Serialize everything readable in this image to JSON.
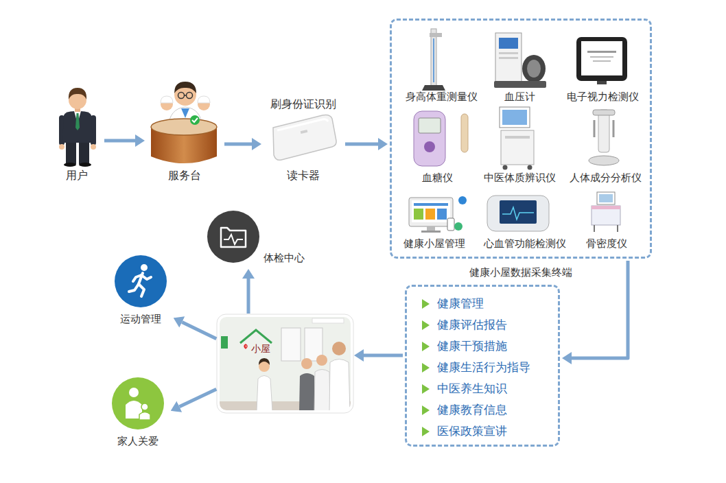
{
  "diagram": {
    "nodes": [
      {
        "text": [
          "用户"
        ]
      },
      {
        "text": [
          "服务台"
        ]
      },
      {
        "text": [
          "刷身份证识别",
          "读卡器"
        ]
      },
      {
        "text": [
          "健康小屋数据采集终端"
        ]
      },
      {
        "text": [
          "身高体重测量仪"
        ],
        "in": 3
      },
      {
        "text": [
          "血压计"
        ],
        "in": 3
      },
      {
        "text": [
          "电子视力检测仪"
        ],
        "in": 3
      },
      {
        "text": [
          "血糖仪"
        ],
        "in": 3
      },
      {
        "text": [
          "中医体质辨识仪"
        ],
        "in": 3
      },
      {
        "text": [
          "人体成分分析仪"
        ],
        "in": 3
      },
      {
        "text": [
          "健康小屋管理"
        ],
        "in": 3
      },
      {
        "text": [
          "心血管功能检测仪"
        ],
        "in": 3
      },
      {
        "text": [
          "骨密度仪"
        ],
        "in": 3
      },
      {
        "text": [
          "健康管理",
          "健康评估报告",
          "健康干预措施",
          "健康生活行为指导",
          "中医养生知识",
          "健康教育信息",
          "医保政策宣讲"
        ]
      },
      {
        "text": [
          "小屋"
        ]
      },
      {
        "text": [
          "体检中心"
        ]
      },
      {
        "text": [
          "运动管理"
        ]
      },
      {
        "text": [
          "家人关爱"
        ]
      }
    ],
    "edges": [
      {
        "from": 0,
        "to": 1,
        "arrow": "to"
      },
      {
        "from": 1,
        "to": 2,
        "arrow": "to"
      },
      {
        "from": 2,
        "to": 3,
        "arrow": "to"
      },
      {
        "from": 3,
        "to": 13,
        "arrow": "to"
      },
      {
        "from": 13,
        "to": 14,
        "arrow": "to"
      },
      {
        "from": 14,
        "to": 15,
        "arrow": "to"
      },
      {
        "from": 14,
        "to": 16,
        "arrow": "to"
      },
      {
        "from": 14,
        "to": 17,
        "arrow": "to"
      }
    ]
  }
}
